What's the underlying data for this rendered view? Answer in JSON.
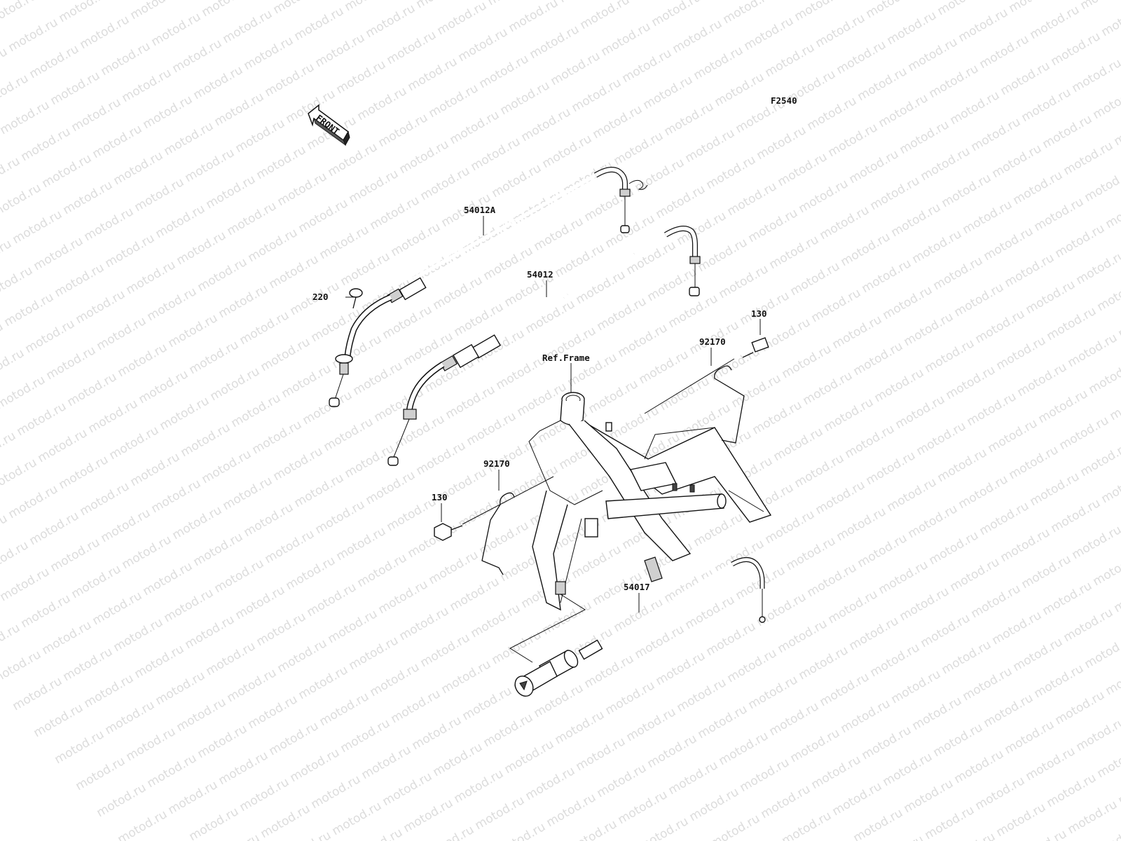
{
  "figure_code": "F2540",
  "front_arrow_label": "FRONT",
  "watermark_text": "motod.ru",
  "callouts": {
    "cable_54012a": "54012A",
    "cable_54012": "54012",
    "cable_54017": "54017",
    "bolt_220": "220",
    "bolt_130_right": "130",
    "bolt_130_left": "130",
    "clamp_92170_right": "92170",
    "clamp_92170_left": "92170",
    "ref_frame": "Ref.Frame"
  },
  "colors": {
    "line": "#111111",
    "watermark": "#dcdcdc",
    "background": "#ffffff"
  }
}
